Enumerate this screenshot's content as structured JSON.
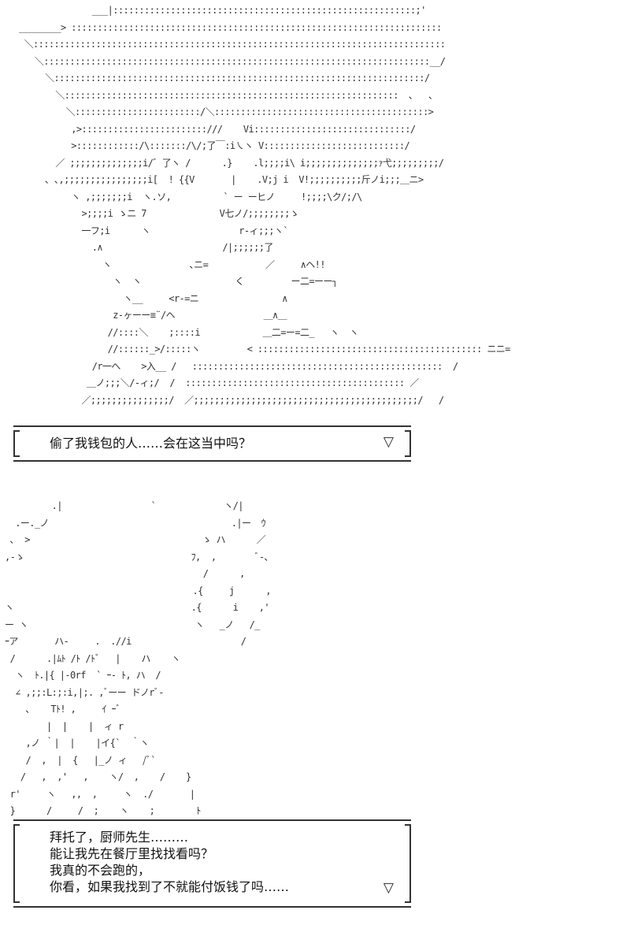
{
  "art_panel_1": {
    "lines": [
      "              ___|::::::::::::::::::::::::::::::::::::::::::::::::::::::::::;'",
      "________> :::::::::::::::::::::::::::::::::::::::::::::::::::::::::::::::::::::::",
      " ＼:::::::::::::::::::::::::::::::::::::::::::::::::::::::::::::::::::::::::::::::",
      "   ＼::::::::::::::::::::::::::::::::::::::::::::::::::::::::::::::::::::::::::__/",
      "     ＼:::::::::::::::::::::::::::::::::::::::::::::::::::::::::::::::::::::::/",
      "       ＼::::::::::::::::::::::::::::::::::::::::::::::::::::::::::::::::  ､   ､",
      "         ＼::::::::::::::::::::::::/＼:::::::::::::::::::::::::::::::::::::::::>",
      "          ,>::::::::::::::::::::::::///    Vi::::::::::::::::::::::::::::::/",
      "          >::::::::::::/\\:::::::/\\/;了￣:i㇏ヽ V:::::::::::::::::::::::::::/",
      "       ／ ;;;;;;;;;;;;;;i/゛了ヽ /      .}    .l;;;;i\\ i;;;;;;;;;;;;;;ｧ弋;;;;;;;;;/",
      "     ､ ､,;;;;;;;;;;;;;;;;i[  ! {{V       |    .V;j i  V!;;;;;;;;;;斤ノi;;;＿ニ>",
      "          ヽ ,;;;;;;;i  ヽ.ソ,          ` ー ーヒノ     !;;;;\\ク/;/\\",
      "            >;;;;i ゝニ 7              V七ノ/;;;;;;;;ゝ",
      "            一フ;i      ヽ                 r-ィ;;;ヽ`",
      "              .∧                       /|;;;;;;了",
      "                ヽ               ､ニ=           ／     ∧ヘ!!",
      "                  ヽ  ヽ                  く         ー二=ーー┐",
      "                    ヽ__     <r-=ニ                ∧",
      "                  z-ヶーー≡¨/ヘ                 ＿∧＿",
      "                 //::::＼    ;::::i            ＿二=ー=二_   ヽ  ヽ",
      "                 //::::::_>/:::::ヽ         < ::::::::::::::::::::::::::::::::::::::::::: ニニ=",
      "              /r一へ    >入__ /   ::::::::::::::::::::::::::::::::::::::::::::::::  /",
      "             ＿ノ;;;＼/-ィ;/  /  :::::::::::::::::::::::::::::::::::::::::: ／",
      "            ／;;;;;;;;;;;;;;;/  ／;;;;;;;;;;;;;;;;;;;;;;;;;;;;;;;;;;;;;;;;;;;/   /"
    ]
  },
  "dialog_1": {
    "lines": [
      "偷了我钱包的人……会在这当中吗？"
    ],
    "arrow": "▽"
  },
  "art_panel_2": {
    "lines": [
      "         .|                 `             ヽ/|",
      "  .ー._ノ                                   .|ー  ｳ",
      " ､  >                                 ゝ ハ      ／",
      ",-ゝ                                ﾌ,  ,        ﾞ-､",
      "                                      /      ,",
      "                                    .{     j      ,",
      "ヽ                                  .{      i    ,'",
      "ー ヽ                                ヽ   _ノ   /_",
      "ｰア       ハ-     .  .//i                     /",
      " /      .|ﾑﾄ /ﾄ /ﾄﾞ   |    ハ    ヽ",
      "  ヽ  ﾄ.|{ |-0rf  ` ｰ- ﾄ, ハ  /",
      "  ∠ ,;;:L:;:i,|;. ,ﾞーー ドノrﾞ-",
      "    ､    Tﾄ! ,     ｲ ｰﾞ",
      "        |  |    |  ィ r",
      "    ,ノ ｀|  |    |イ{`  ｀ヽ",
      "    /  ,  |  {   |_ノ ィ   /ﾞ`",
      "   /   ,  ,'   ,    ヽ/  ,    /    }",
      " r'     ヽ   ,,  ,     ヽ  ./       |",
      " }      /     /  ;    ヽ    ;        ﾄ"
    ]
  },
  "dialog_2": {
    "lines": [
      "拜托了，厨师先生………",
      "能让我先在餐厅里找找看吗？",
      "我真的不会跑的，",
      "你看，如果我找到了不就能付饭钱了吗……"
    ],
    "arrow": "▽"
  }
}
